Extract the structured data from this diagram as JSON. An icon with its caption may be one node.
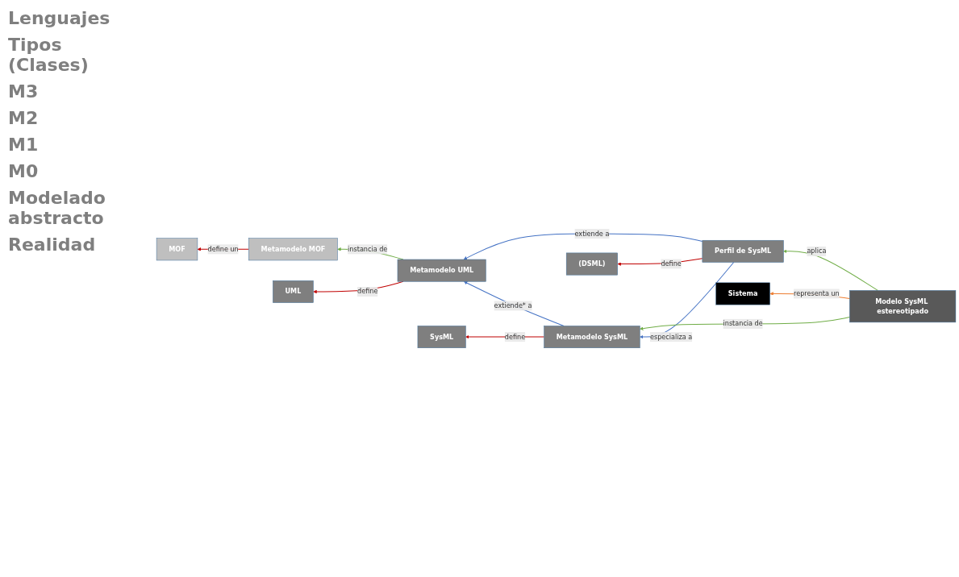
{
  "diagram": {
    "nodes": [
      {
        "text": [
          "MOF"
        ]
      },
      {
        "text": [
          "Metamodelo MOF"
        ]
      },
      {
        "text": [
          "UML"
        ]
      },
      {
        "text": [
          "Metamodelo UML"
        ]
      },
      {
        "text": [
          "SysML"
        ]
      },
      {
        "text": [
          "Metamodelo SysML"
        ]
      },
      {
        "text": [
          "Perfil de SysML"
        ]
      },
      {
        "text": [
          "(DSML)"
        ]
      },
      {
        "text": [
          "Modelo SysML estereotipado"
        ]
      },
      {
        "text": [
          "Sistema"
        ]
      }
    ],
    "edges": [
      {
        "from": 1,
        "to": 0,
        "arrow": "to",
        "label": "define un"
      },
      {
        "from": 3,
        "to": 1,
        "arrow": "to",
        "label": "instancia de",
        "color": "#70ad47"
      },
      {
        "from": 3,
        "to": 2,
        "arrow": "to",
        "label": "define"
      },
      {
        "from": 5,
        "to": 3,
        "arrow": "to",
        "label": "extiende* a",
        "color": "#4472c4"
      },
      {
        "from": 6,
        "to": 3,
        "arrow": "to",
        "label": "extiende a",
        "color": "#4472c4"
      },
      {
        "from": 5,
        "to": 4,
        "arrow": "to",
        "label": "define"
      },
      {
        "from": 6,
        "to": 5,
        "arrow": "to",
        "label": "especializa a",
        "color": "#4472c4"
      },
      {
        "from": 6,
        "to": 7,
        "arrow": "to",
        "label": "define"
      },
      {
        "from": 8,
        "to": 5,
        "arrow": "to",
        "label": "instancia de",
        "color": "#70ad47"
      },
      {
        "from": 8,
        "to": 6,
        "arrow": "to",
        "label": "aplica",
        "color": "#70ad47"
      },
      {
        "from": 8,
        "to": 9,
        "arrow": "to",
        "label": "representa un",
        "color": "#ed7d31"
      }
    ],
    "labels": [
      "Lenguajes",
      "Tipos (Clases)",
      "M3",
      "M2",
      "M1",
      "M0",
      "Modelado abstracto",
      "Realidad"
    ]
  }
}
